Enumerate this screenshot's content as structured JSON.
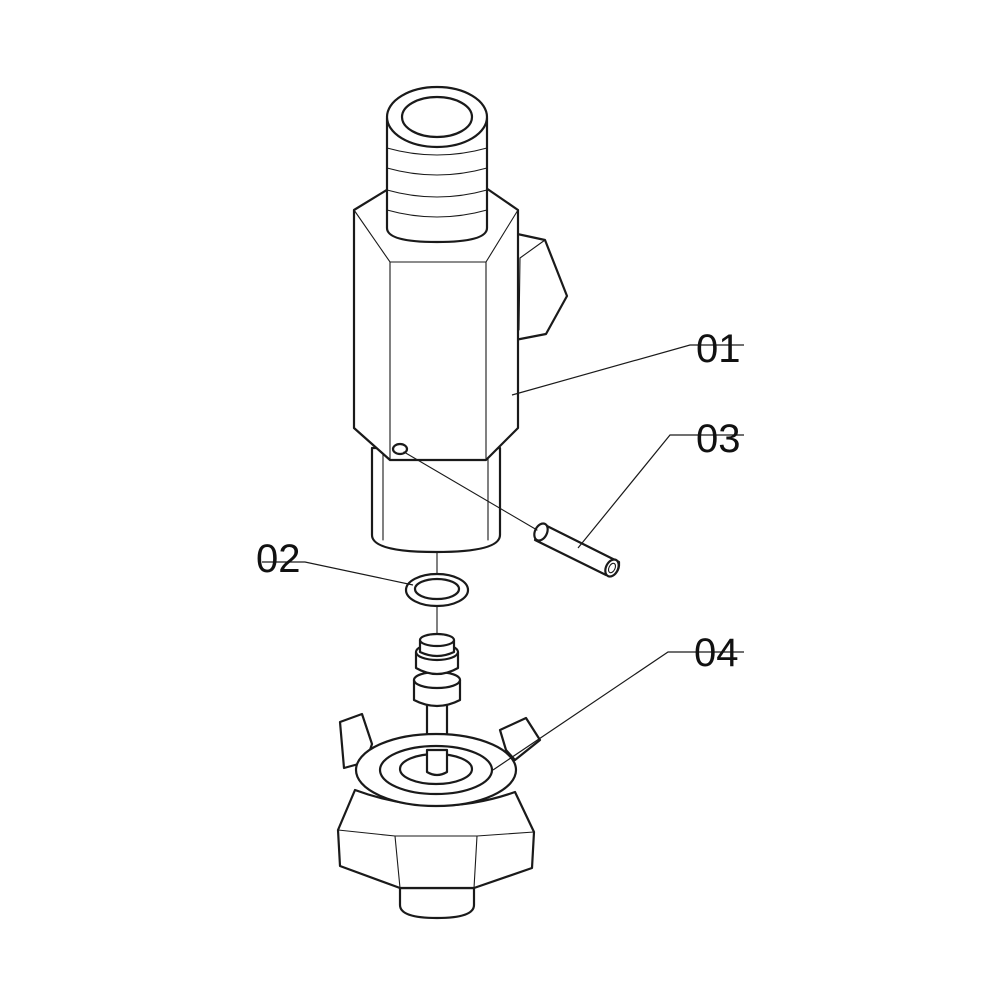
{
  "callouts": [
    {
      "id": "body",
      "label": "01"
    },
    {
      "id": "o_ring",
      "label": "02"
    },
    {
      "id": "pin",
      "label": "03"
    },
    {
      "id": "knob_assembly",
      "label": "04"
    }
  ],
  "colors": {
    "line": "#1a1a1a",
    "background": "#ffffff"
  }
}
